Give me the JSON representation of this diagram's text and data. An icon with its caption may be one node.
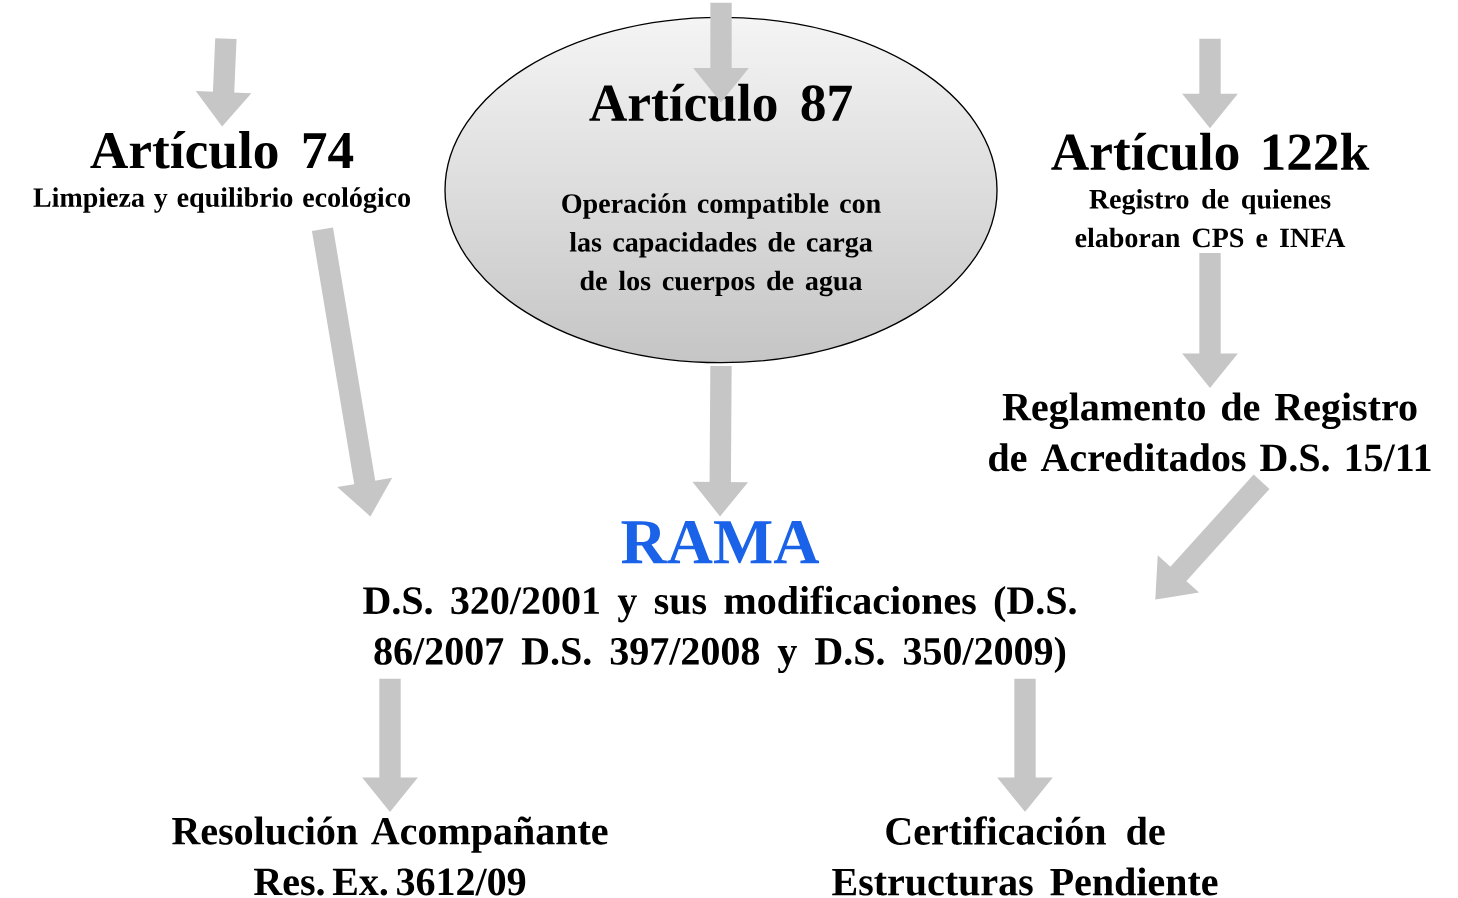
{
  "diagram": {
    "nodes": [
      {
        "text": [
          "Artículo 74",
          "Limpieza y equilibrio ecológico"
        ]
      },
      {
        "text": [
          "Artículo 87",
          "Operación compatible con las capacidades de carga de los cuerpos de agua"
        ]
      },
      {
        "text": [
          "Artículo 122k",
          "Registro de quienes elaboran CPS e INFA"
        ]
      },
      {
        "text": [
          "Reglamento de Registro de Acreditados D.S. 15/11"
        ]
      },
      {
        "text": [
          "RAMA",
          "D.S. 320/2001 y sus modificaciones (D.S. 86/2007 D.S. 397/2008 y D.S. 350/2009)"
        ]
      },
      {
        "text": [
          "Resolución Acompañante Res. Ex. 3612/09"
        ]
      },
      {
        "text": [
          "Certificación de Estructuras Pendiente"
        ]
      }
    ],
    "edges": [
      {
        "from": null,
        "to": 0,
        "arrow": "to"
      },
      {
        "from": null,
        "to": 1,
        "arrow": "to"
      },
      {
        "from": null,
        "to": 2,
        "arrow": "to"
      },
      {
        "from": 0,
        "to": 4,
        "arrow": "to"
      },
      {
        "from": 1,
        "to": 4,
        "arrow": "to"
      },
      {
        "from": 2,
        "to": 3,
        "arrow": "to"
      },
      {
        "from": 3,
        "to": 4,
        "arrow": "to"
      },
      {
        "from": 4,
        "to": 5,
        "arrow": "to"
      },
      {
        "from": 4,
        "to": 6,
        "arrow": "to"
      }
    ]
  }
}
